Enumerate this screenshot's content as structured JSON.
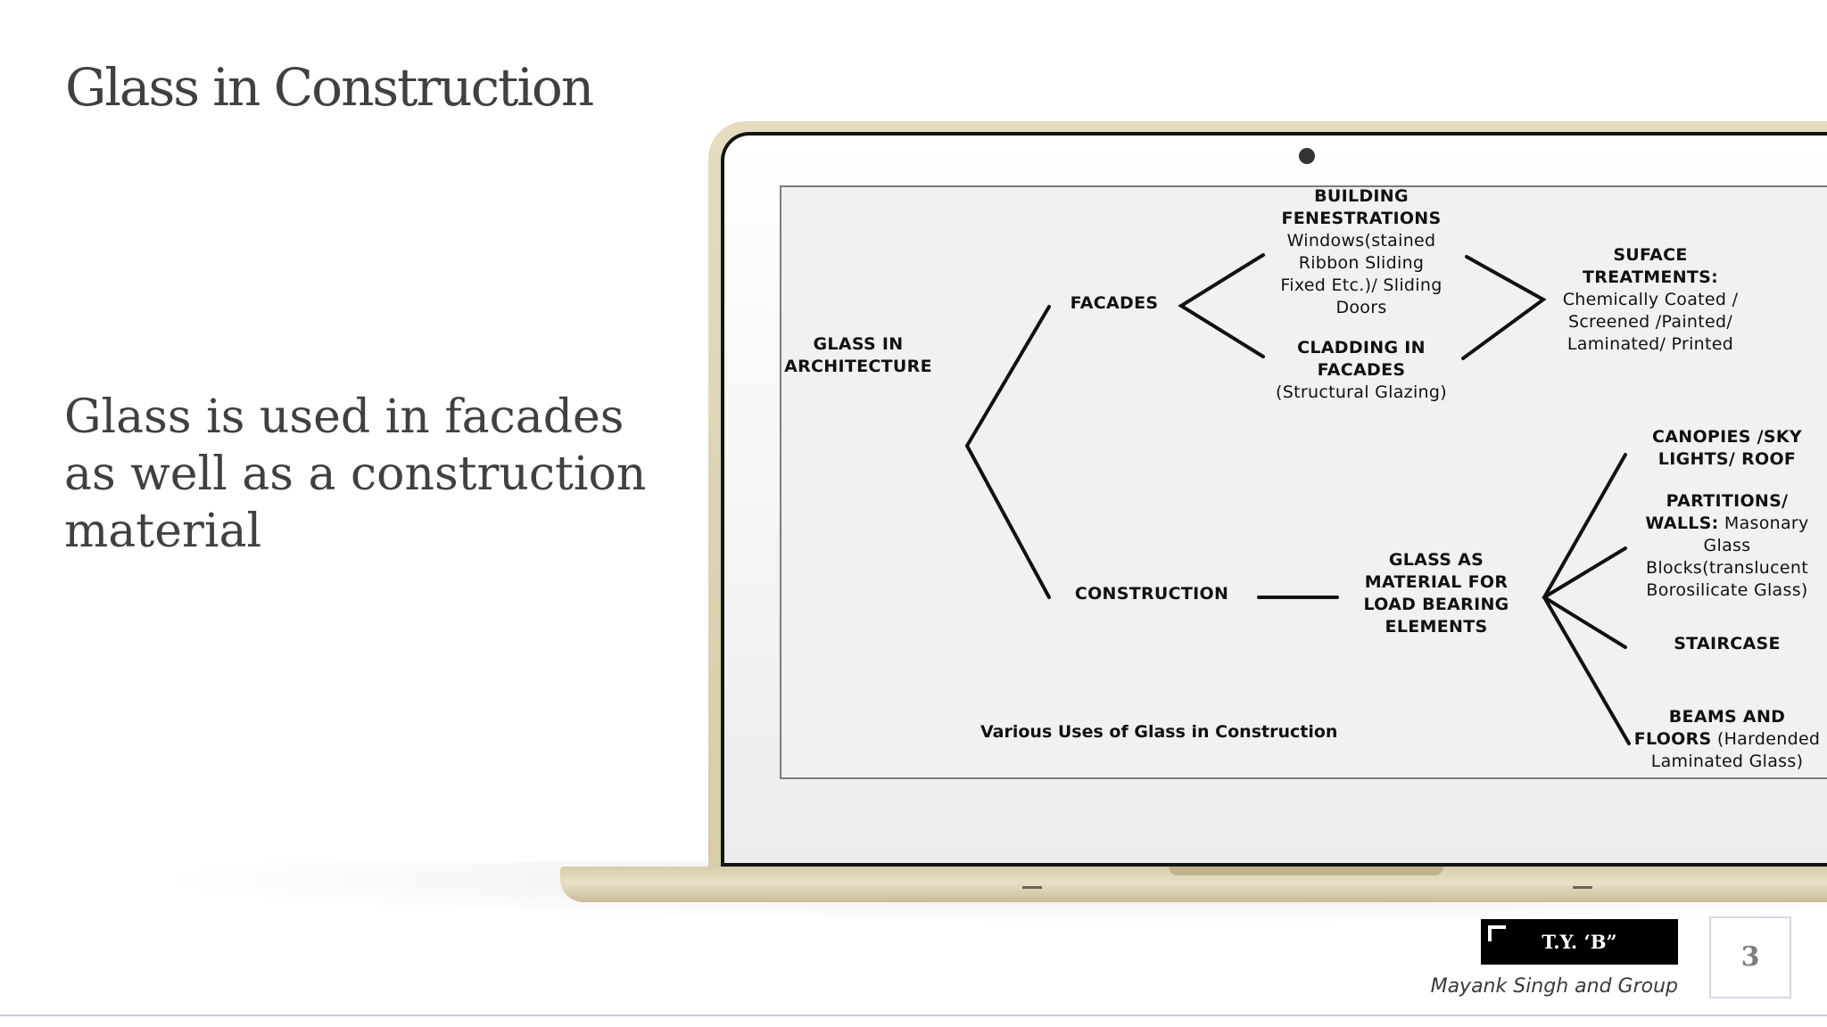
{
  "slide": {
    "title": "Glass in Construction",
    "body": "Glass is used in facades as well as a construction material"
  },
  "diagram": {
    "nodes": {
      "root": [
        "GLASS IN",
        "ARCHITECTURE"
      ],
      "facades": "FACADES",
      "construction": "CONSTRUCTION",
      "fenestrations": {
        "heading": [
          "BUILDING",
          "FENESTRATIONS"
        ],
        "details": [
          "Windows(stained",
          "Ribbon Sliding",
          "Fixed Etc.)/ Sliding",
          "Doors"
        ]
      },
      "cladding": {
        "heading": [
          "CLADDING IN",
          "FACADES"
        ],
        "details": [
          "(Structural Glazing)"
        ]
      },
      "surface": {
        "heading": [
          "SUFACE",
          "TREATMENTS:"
        ],
        "details": [
          "Chemically Coated /",
          "Screened /Painted/",
          "Laminated/ Printed"
        ]
      },
      "load_bearing": [
        "GLASS AS",
        "MATERIAL FOR",
        "LOAD BEARING",
        "ELEMENTS"
      ],
      "canopies": [
        "CANOPIES /SKY",
        "LIGHTS/ ROOF"
      ],
      "partitions": {
        "line1_bold": "PARTITIONS/",
        "line2_bold": "WALLS:",
        "line2_rest": " Masonary",
        "details": [
          "Glass",
          "Blocks(translucent",
          "Borosilicate Glass)"
        ]
      },
      "staircase": "STAIRCASE",
      "beams": {
        "heading": "BEAMS AND",
        "line2_bold": "FLOORS",
        "line2_rest": " (Hardended",
        "details": [
          "Laminated Glass)"
        ]
      }
    },
    "caption": "Various Uses of Glass in Construction"
  },
  "footer": {
    "badge": "T.Y. ‘B”",
    "author": "Mayank Singh and Group",
    "page_number": "3"
  }
}
